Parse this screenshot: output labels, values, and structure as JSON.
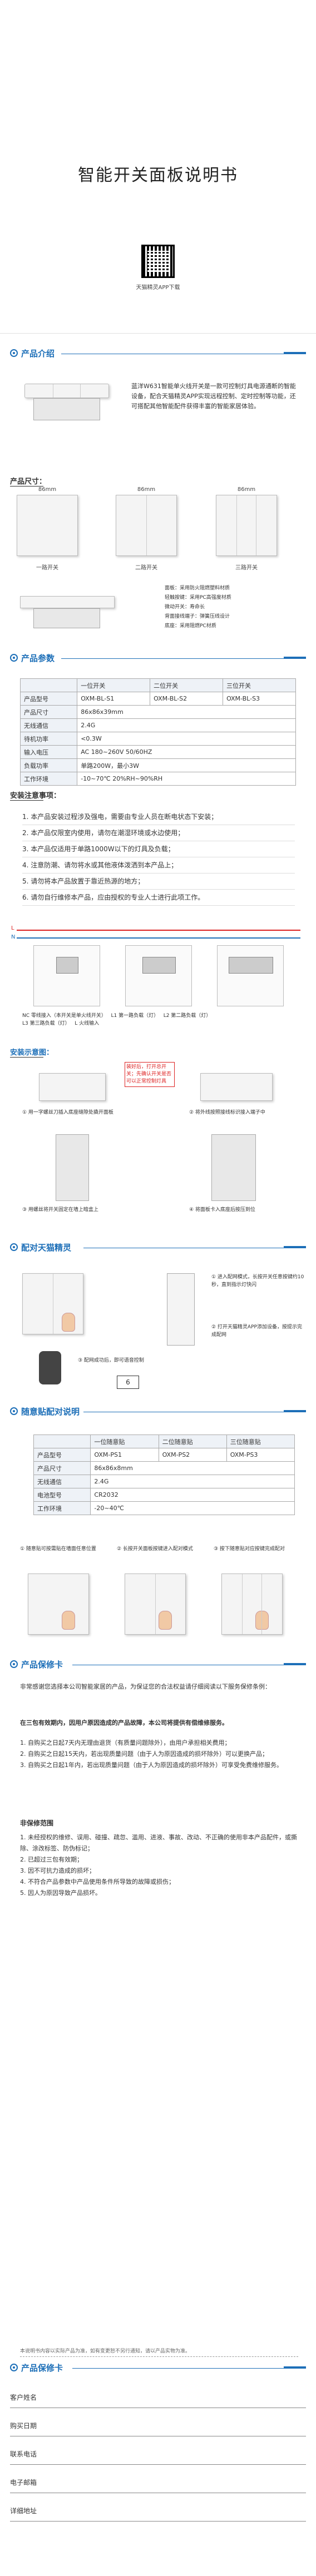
{
  "cover": {
    "title": "智能开关面板说明书",
    "qr_caption": "天猫精灵APP下载"
  },
  "sections": {
    "intro": "产品介绍",
    "specs": "产品参数",
    "pairing": "配对天猫精灵",
    "remote": "随意贴配对说明",
    "warranty": "产品保修卡",
    "warranty_card": "产品保修卡"
  },
  "intro": {
    "text": "蓝洋W631智能单火线开关是一款可控制灯具电源通断的智能设备，配合天猫精灵APP实现远程控制、定时控制等功能，还可搭配其他智能配件获得丰富的智能家居体验。"
  },
  "size": {
    "heading": "产品尺寸：",
    "dims": [
      "86mm",
      "86mm",
      "86mm"
    ],
    "labels": [
      "一路开关",
      "二路开关",
      "三路开关"
    ],
    "legend": [
      "面板：采用防火阻燃塑料材质",
      "轻触按键：采用PC高强度材质",
      "微动开关：寿命长",
      "背面接线端子：弹簧压线设计",
      "底座：采用阻燃PC材质"
    ]
  },
  "spec_table": {
    "headers": [
      "",
      "一位开关",
      "二位开关",
      "三位开关"
    ],
    "rows": [
      [
        "产品型号",
        "OXM-BL-S1",
        "OXM-BL-S2",
        "OXM-BL-S3"
      ],
      [
        "产品尺寸",
        "86x86x39mm",
        "",
        ""
      ],
      [
        "无线通信",
        "2.4G",
        "",
        ""
      ],
      [
        "待机功率",
        "<0.3W",
        "",
        ""
      ],
      [
        "输入电压",
        "AC 180~260V 50/60HZ",
        "",
        ""
      ],
      [
        "负载功率",
        "单路200W，最小3W",
        "",
        ""
      ],
      [
        "工作环境",
        "-10~70℃ 20%RH~90%RH",
        "",
        ""
      ]
    ]
  },
  "safety": {
    "heading": "安装注意事项：",
    "items": [
      "1. 本产品安装过程涉及强电，需要由专业人员在断电状态下安装；",
      "2. 本产品仅限室内使用，请勿在潮湿环境或水边使用；",
      "3. 本产品仅适用于单路1000W以下的灯具及负载；",
      "4. 注意防潮、请勿将水或其他液体泼洒到本产品上；",
      "5. 请勿将本产品放置于靠近热源的地方；",
      "6. 请勿自行维修本产品，应由授权的专业人士进行此项工作。"
    ]
  },
  "wiring": {
    "labels": [
      "L",
      "N"
    ],
    "caption": [
      "NC   零线接入（本开关是单火线开关）",
      "L1   第一路负载（灯）",
      "L2   第二路负载（灯）",
      "L3   第三路负载（灯）",
      "L    火线输入"
    ]
  },
  "install": {
    "heading": "安装示意图：",
    "steps": [
      "① 用一字螺丝刀插入底座缝隙处撬开面板",
      "② 将外线按照接线标识接入端子中",
      "③ 用螺丝将开关固定在墙上暗盒上",
      "④ 将面板卡入底座后按压到位"
    ],
    "note": "装好后，打开总开关；先确认开关是否可以正常控制灯具"
  },
  "pairing": {
    "steps": [
      "① 进入配网模式，长按开关任意按键约10秒，直到指示灯快闪",
      "② 打开天猫精灵APP添加设备，按提示完成配网",
      "③ 配网成功后，即可语音控制"
    ],
    "step_no": "6"
  },
  "remote_table": {
    "headers": [
      "",
      "一位随意贴",
      "二位随意贴",
      "三位随意贴"
    ],
    "rows": [
      [
        "产品型号",
        "OXM-PS1",
        "OXM-PS2",
        "OXM-PS3"
      ],
      [
        "产品尺寸",
        "86x86x8mm",
        "",
        ""
      ],
      [
        "无线通信",
        "2.4G",
        "",
        ""
      ],
      [
        "电池型号",
        "CR2032",
        "",
        ""
      ],
      [
        "工作环境",
        "-20~40℃",
        "",
        ""
      ]
    ],
    "steps": [
      "① 随意贴可按需贴在墙面任意位置",
      "② 长按开关面板按键进入配对模式",
      "③ 按下随意贴对应按键完成配对"
    ]
  },
  "warranty": {
    "intro": "非常感谢您选择本公司智能家居的产品，为保证您的合法权益请仔细阅读以下服务保修条例：",
    "lead": "在三包有效期内，因用户原因造成的产品故障，本公司将提供有偿维修服务。",
    "items": [
      "1. 自购买之日起7天内无理由退货（有质量问题除外），由用户承担相关费用；",
      "2. 自购买之日起15天内，若出现质量问题（由于人为原因造成的损坏除外）可以更换产品；",
      "3. 自购买之日起1年内，若出现质量问题（由于人为原因造成的损坏除外）可享受免费维修服务。"
    ],
    "excl_heading": "非保修范围",
    "excl": [
      "1. 未经授权的维修、误用、碰撞、疏忽、滥用、进液、事故、改动、不正确的使用非本产品配件，或撕除、涂改标签、防伪标记；",
      "2. 已超过三包有效期；",
      "3. 因不可抗力造成的损坏；",
      "4. 不符合产品参数中产品使用条件所导致的故障或损伤；",
      "5. 因人为原因导致产品损坏。"
    ],
    "footer": "本说明书内容以实际产品为准，如有变更恕不另行通知，请以产品实物为准。"
  },
  "card": {
    "fields": [
      "客户姓名",
      "购买日期",
      "联系电话",
      "电子邮箱",
      "详细地址"
    ]
  }
}
